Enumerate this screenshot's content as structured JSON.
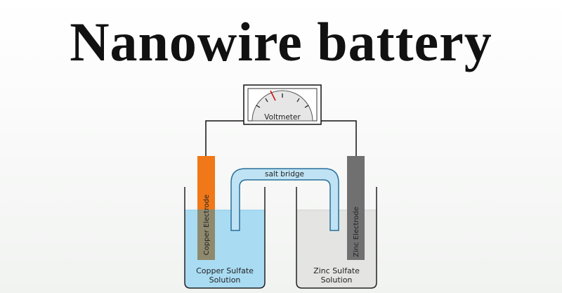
{
  "title": "Nanowire battery",
  "diagram": {
    "voltmeter_label": "Voltmeter",
    "salt_bridge_label": "salt bridge",
    "left_electrode_label": "Copper Electrode",
    "right_electrode_label": "Zinc Electrode",
    "left_solution_line1": "Copper Sulfate",
    "left_solution_line2": "Solution",
    "right_solution_line1": "Zinc Sulfate",
    "right_solution_line2": "Solution"
  },
  "colors": {
    "copper_electrode": "#f07818",
    "zinc_electrode": "#707070",
    "copper_solution": "#a9dcf3",
    "zinc_solution": "#e4e5e2",
    "salt_bridge": "#bfe3f5",
    "needle": "#cc1111"
  }
}
